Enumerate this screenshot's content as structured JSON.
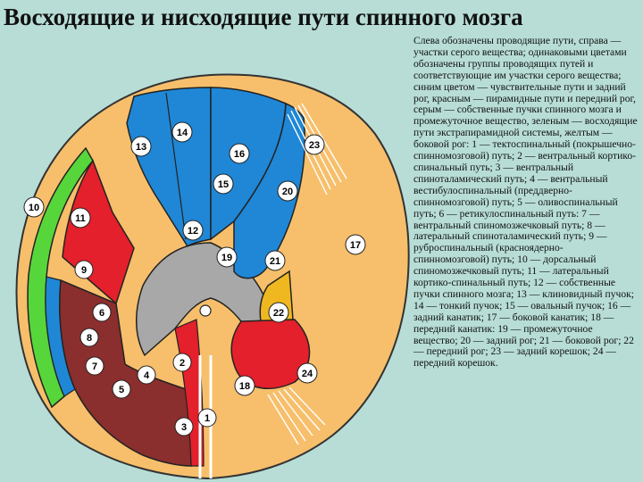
{
  "title": "Восходящие и нисходящие пути спинного мозга",
  "caption": "Слева обозначены проводящие пути, справа — участки серого вещества; одинаковыми цветами обозначены группы проводящих путей и соответствующие им участки серого вещества; синим цветом — чувствительные пути и задний рог, красным — пирамидные пути и передний рог, серым — собственные пучки спинного мозга и промежуточное вещество, зеленым — восходящие пути экстрапирамидной системы, желтым — боковой рог: 1 — тектоспинальный (покрышечно-спинномозговой) путь; 2 — вентральный кортико-спинальный путь; 3 — вентральный спиноталамический путь; 4 — вентральный вестибулоспинальный (преддверно-спинномозговой) путь; 5 — оливоспинальный путь; 6 — ретикулоспинальный путь: 7 — вентральный спиномозжечковый путь; 8 — латеральный спиноталамический путь; 9 — руброспинальный (красноядерно-спинномозговой) путь; 10 — дорсальный спиномозжечковый путь; 11 — латеральный кортико-спинальный путь; 12 — собственные пучки спинного мозга; 13 — клиновидный пучок; 14 — тонкий пучок; 15 — овальный пучок; 16 — задний канатик; 17 — боковой канатик; 18 — передний канатик: 19 — промежуточное вещество; 20 — задний рог; 21 — боковой рог; 22 — передний рог; 23 — задний корешок; 24 — передний корешок.",
  "colors": {
    "background": "#b7ddd6",
    "white_matter": "#f7bf6b",
    "gray_matter": "#a8a8a8",
    "sensory_blue": "#1f87d6",
    "pyramidal_red": "#e3202b",
    "extrapyramidal_green": "#57d63b",
    "lateral_horn_yellow": "#f0b820",
    "descending_brown": "#8b2e2e"
  },
  "labels": {
    "n1": "1",
    "n2": "2",
    "n3": "3",
    "n4": "4",
    "n5": "5",
    "n6": "6",
    "n7": "7",
    "n8": "8",
    "n9": "9",
    "n10": "10",
    "n11": "11",
    "n12": "12",
    "n13": "13",
    "n14": "14",
    "n15": "15",
    "n16": "16",
    "n17": "17",
    "n18": "18",
    "n19": "19",
    "n20": "20",
    "n21": "21",
    "n22": "22",
    "n23": "23",
    "n24": "24"
  }
}
